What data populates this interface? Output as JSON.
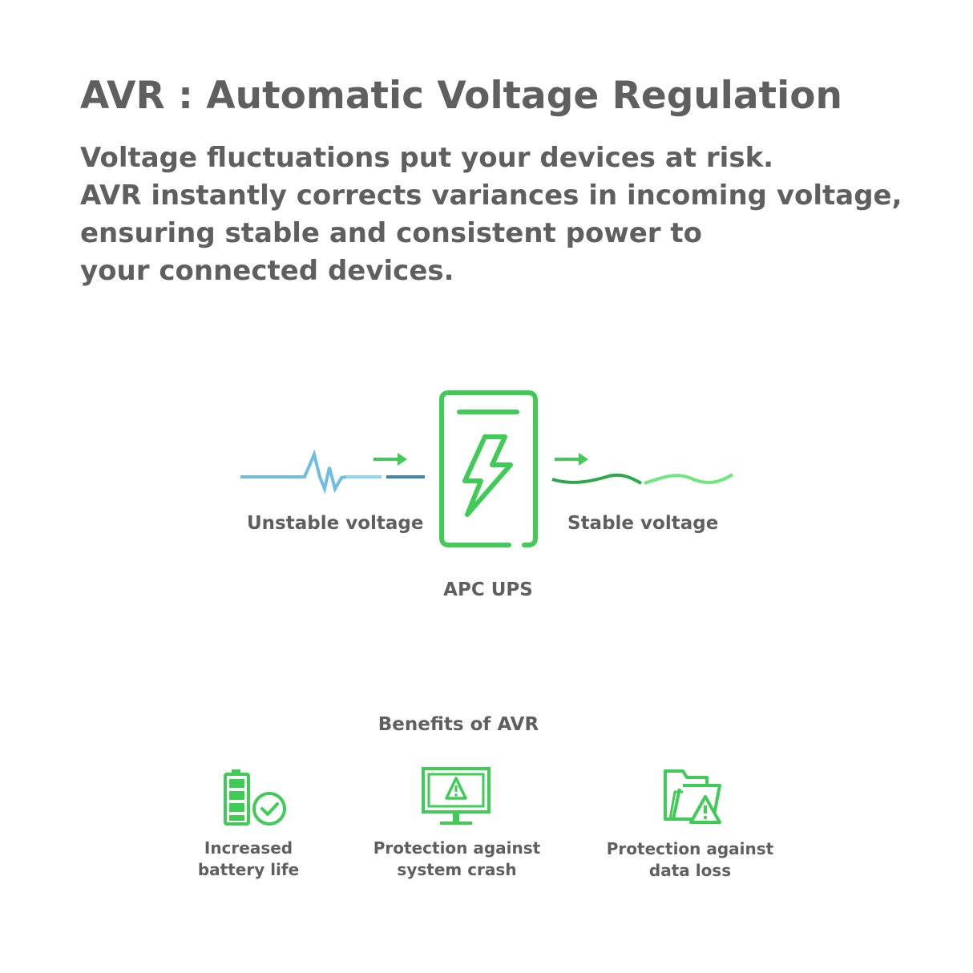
{
  "heading": {
    "title": "AVR : Automatic Voltage Regulation",
    "lines": [
      "Voltage fluctuations put your devices at risk.",
      "AVR instantly corrects variances in incoming voltage,",
      "ensuring stable and consistent power to",
      "your connected devices."
    ]
  },
  "diagram": {
    "input_label": "Unstable voltage",
    "output_label": "Stable voltage",
    "device_label": "APC UPS",
    "device_icon": "phone-lightning-icon",
    "accent_color": "#3fcb55",
    "unstable_colors": [
      "#6fbde0",
      "#8fd6ec",
      "#3f86a8"
    ],
    "stable_colors": [
      "#2aa84a",
      "#6ce87f"
    ]
  },
  "benefits": {
    "title": "Benefits of AVR",
    "items": [
      {
        "icon": "battery-check-icon",
        "lines": [
          "Increased",
          "battery life"
        ]
      },
      {
        "icon": "monitor-warning-icon",
        "lines": [
          "Protection against",
          "system crash"
        ]
      },
      {
        "icon": "folder-warning-icon",
        "lines": [
          "Protection against",
          "data loss"
        ]
      }
    ]
  }
}
